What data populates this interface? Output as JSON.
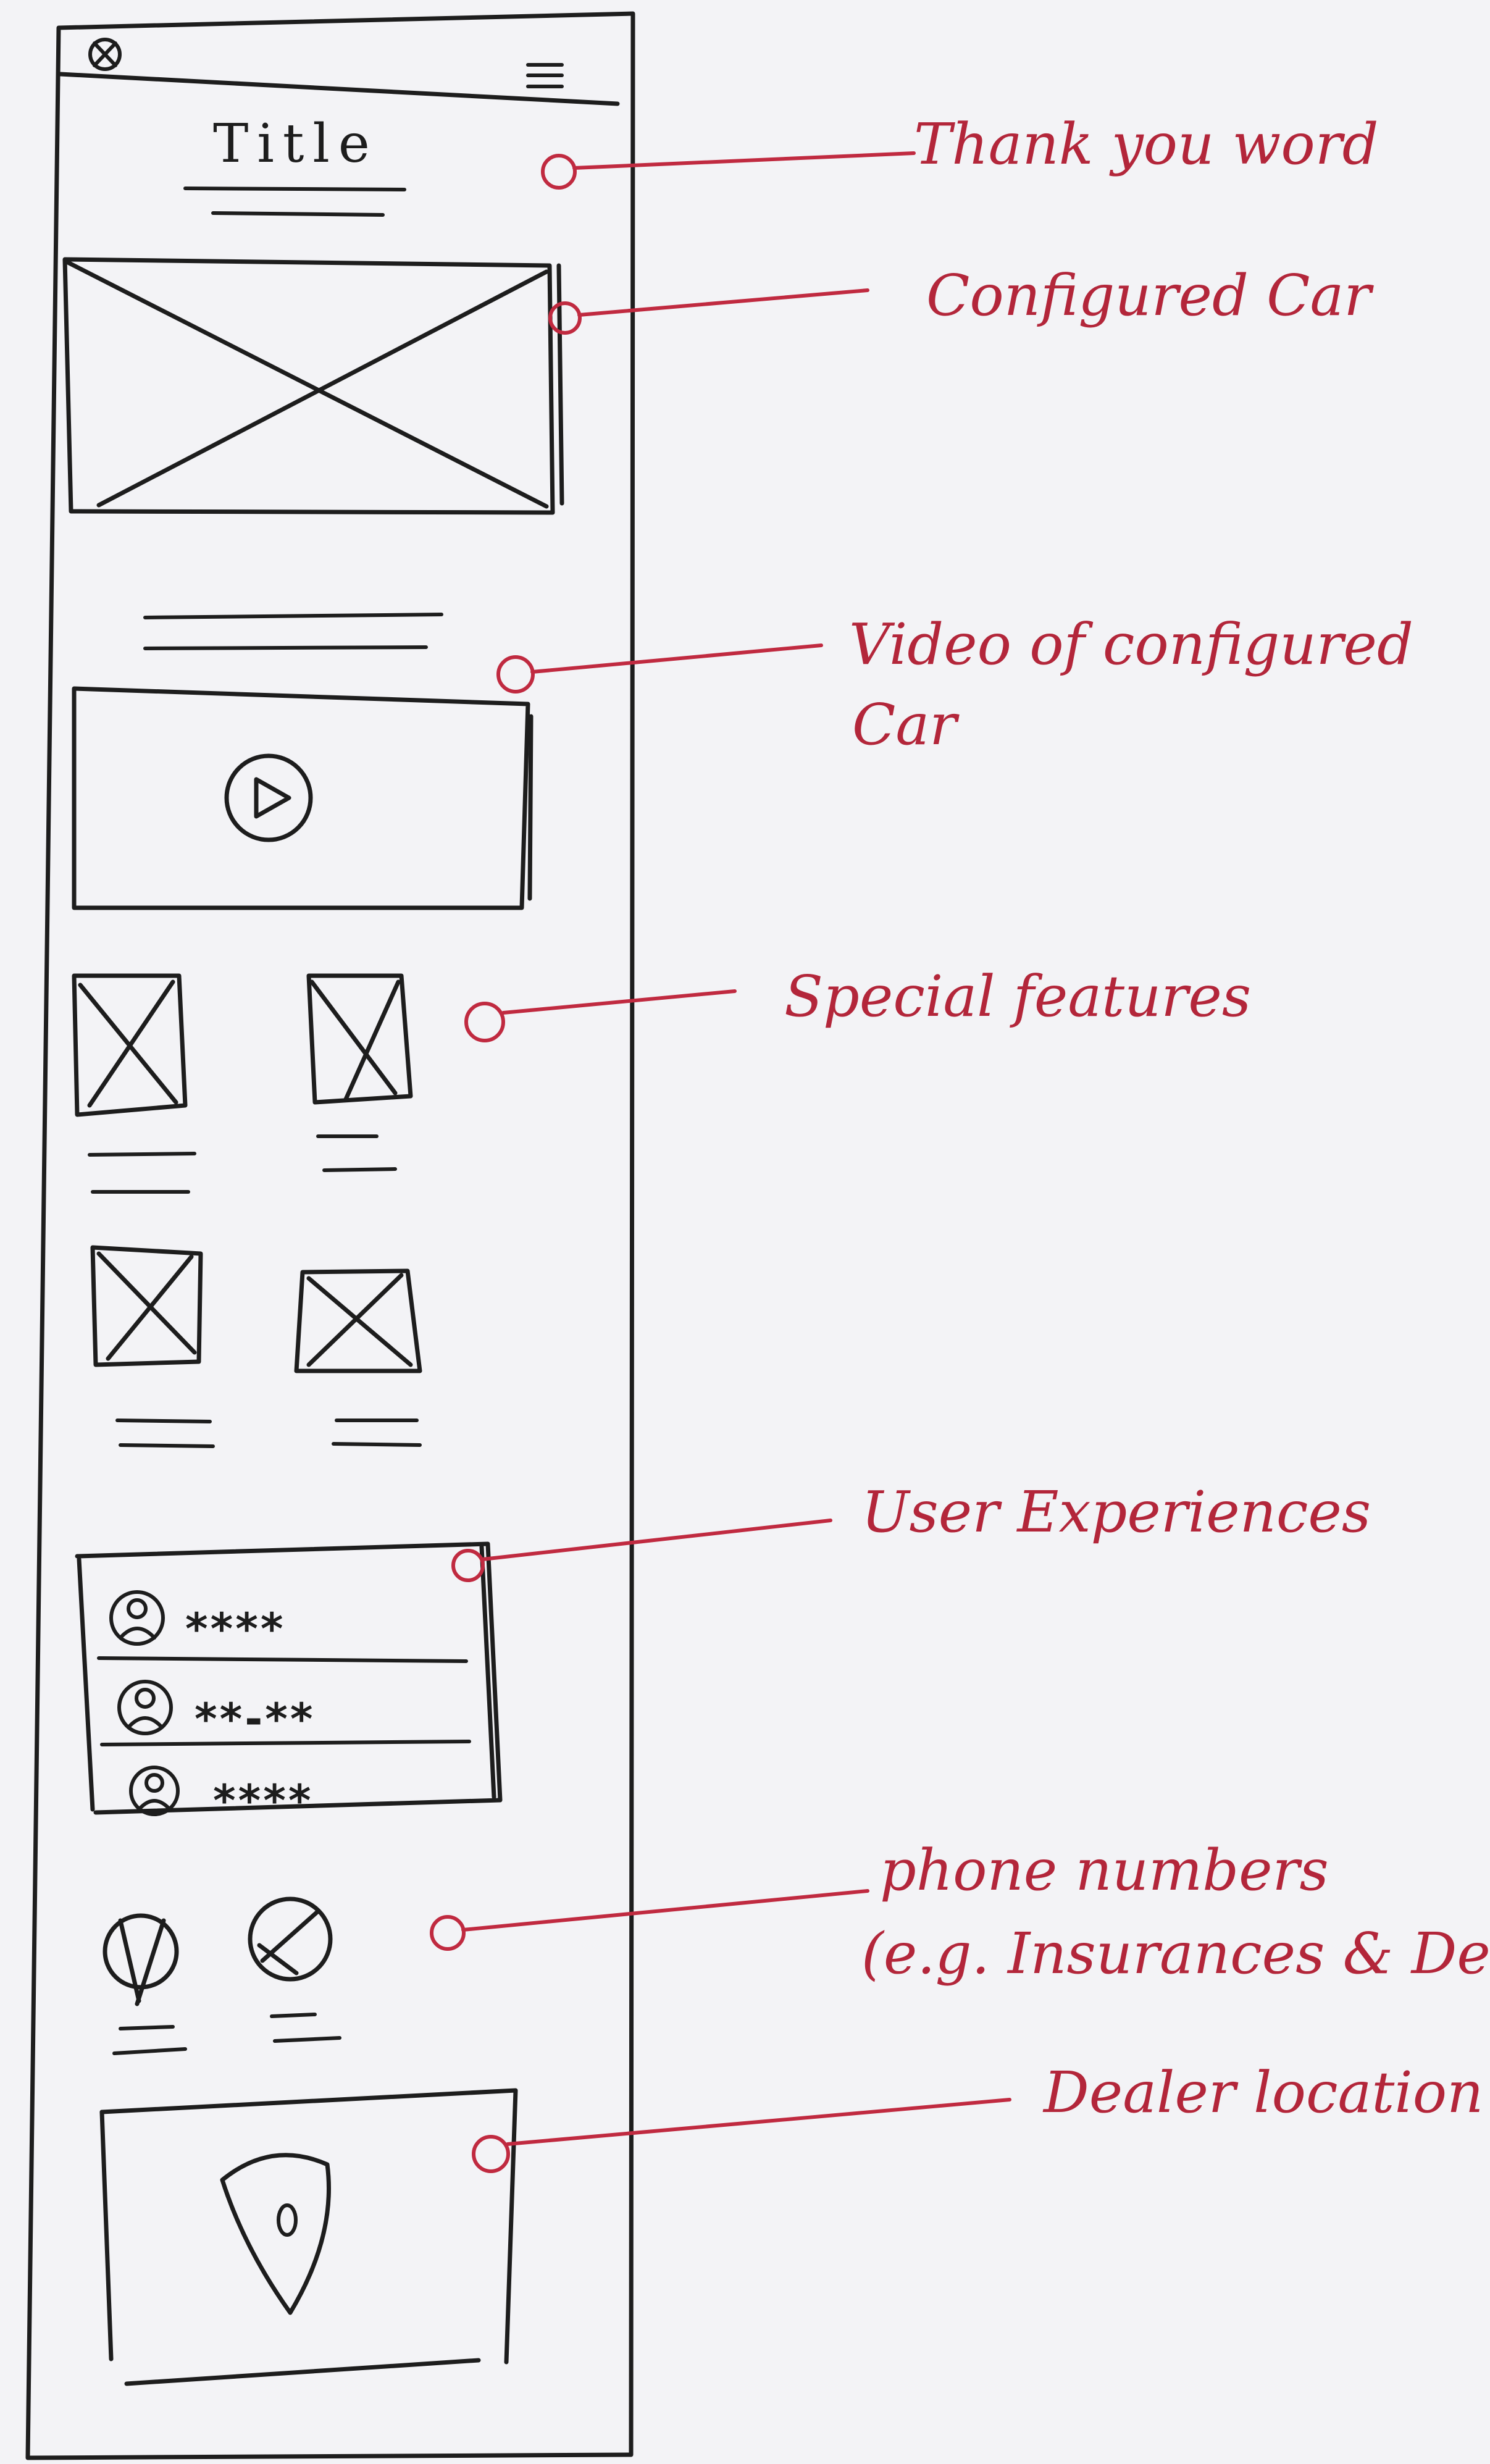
{
  "phone": {
    "title": "Title",
    "menu_icon": "hamburger-icon",
    "logo_icon": "logo-icon",
    "play_icon": "play-icon",
    "map_icon": "map-pin-icon",
    "reviews": [
      {
        "stars": "****"
      },
      {
        "stars": "**-**"
      },
      {
        "stars": "****"
      }
    ]
  },
  "annotations": [
    {
      "id": "thank-you",
      "lines": [
        "Thank you word"
      ]
    },
    {
      "id": "configured-car",
      "lines": [
        "Configured Car"
      ]
    },
    {
      "id": "video",
      "lines": [
        "Video of configured",
        "Car"
      ]
    },
    {
      "id": "special-features",
      "lines": [
        "Special features"
      ]
    },
    {
      "id": "user-experiences",
      "lines": [
        "User Experiences"
      ]
    },
    {
      "id": "phone-numbers",
      "lines": [
        "phone numbers",
        "(e.g. Insurances & Dealer)"
      ]
    },
    {
      "id": "dealer-location",
      "lines": [
        "Dealer location"
      ]
    }
  ],
  "colors": {
    "ink": "#1d1d1d",
    "annotation": "#c02a40",
    "paper": "#f3f3f6"
  }
}
